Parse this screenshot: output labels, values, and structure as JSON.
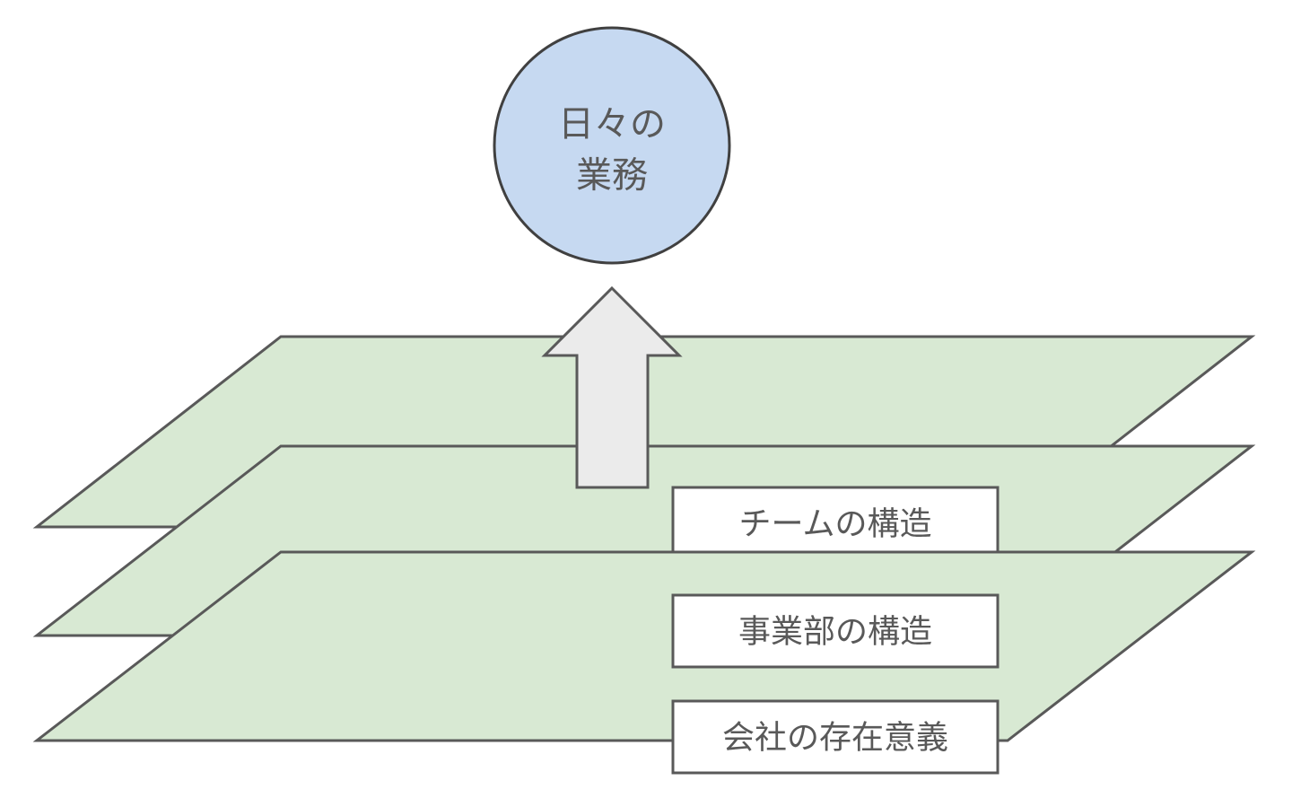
{
  "diagram": {
    "title_node": {
      "label_lines": [
        "日々の",
        "業務"
      ],
      "shape": "circle",
      "fill": "#c6d9f1",
      "stroke": "#404040"
    },
    "arrow": {
      "direction": "up",
      "fill": "#ebebeb",
      "stroke": "#595959",
      "name": "upward-arrow"
    },
    "layers": [
      {
        "label": "チームの構造",
        "level": 1,
        "plane_fill": "#d8e9d3",
        "plane_stroke": "#595959",
        "box_fill": "#ffffff",
        "box_stroke": "#595959"
      },
      {
        "label": "事業部の構造",
        "level": 2,
        "plane_fill": "#d8e9d3",
        "plane_stroke": "#595959",
        "box_fill": "#ffffff",
        "box_stroke": "#595959"
      },
      {
        "label": "会社の存在意義",
        "level": 3,
        "plane_fill": "#d8e9d3",
        "plane_stroke": "#595959",
        "box_fill": "#ffffff",
        "box_stroke": "#595959"
      }
    ],
    "colors": {
      "background": "#ffffff",
      "green_plane": "#d8e9d3",
      "blue_circle": "#c6d9f1",
      "gray_arrow": "#ebebeb",
      "outline": "#595959",
      "text": "#595959"
    }
  }
}
